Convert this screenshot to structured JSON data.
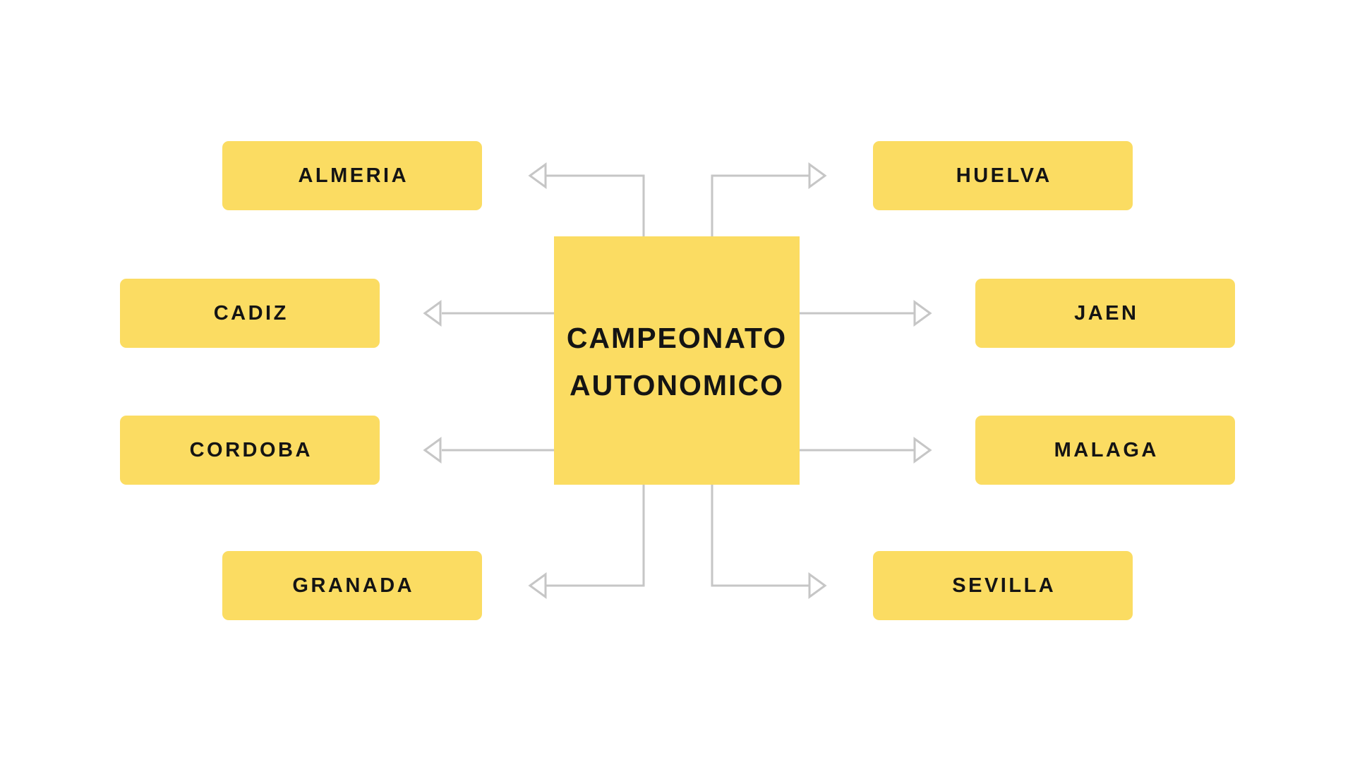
{
  "colors": {
    "background": "#FFFFFF",
    "node_fill": "#FBDC62",
    "node_text": "#141414",
    "connector": "#C6C6C6"
  },
  "center_node": {
    "lines": [
      "CAMPEONATO",
      "AUTONOMICO"
    ],
    "label": "CAMPEONATO AUTONOMICO"
  },
  "nodes": [
    {
      "id": "almeria",
      "label": "ALMERIA"
    },
    {
      "id": "huelva",
      "label": "HUELVA"
    },
    {
      "id": "cadiz",
      "label": "CADIZ"
    },
    {
      "id": "jaen",
      "label": "JAEN"
    },
    {
      "id": "cordoba",
      "label": "CORDOBA"
    },
    {
      "id": "malaga",
      "label": "MALAGA"
    },
    {
      "id": "granada",
      "label": "GRANADA"
    },
    {
      "id": "sevilla",
      "label": "SEVILLA"
    }
  ],
  "connections": [
    {
      "from": "CAMPEONATO AUTONOMICO",
      "to": "ALMERIA",
      "arrow": "outward"
    },
    {
      "from": "CAMPEONATO AUTONOMICO",
      "to": "HUELVA",
      "arrow": "outward"
    },
    {
      "from": "CAMPEONATO AUTONOMICO",
      "to": "CADIZ",
      "arrow": "outward"
    },
    {
      "from": "CAMPEONATO AUTONOMICO",
      "to": "JAEN",
      "arrow": "outward"
    },
    {
      "from": "CAMPEONATO AUTONOMICO",
      "to": "CORDOBA",
      "arrow": "outward"
    },
    {
      "from": "CAMPEONATO AUTONOMICO",
      "to": "MALAGA",
      "arrow": "outward"
    },
    {
      "from": "CAMPEONATO AUTONOMICO",
      "to": "GRANADA",
      "arrow": "outward"
    },
    {
      "from": "CAMPEONATO AUTONOMICO",
      "to": "SEVILLA",
      "arrow": "outward"
    }
  ]
}
